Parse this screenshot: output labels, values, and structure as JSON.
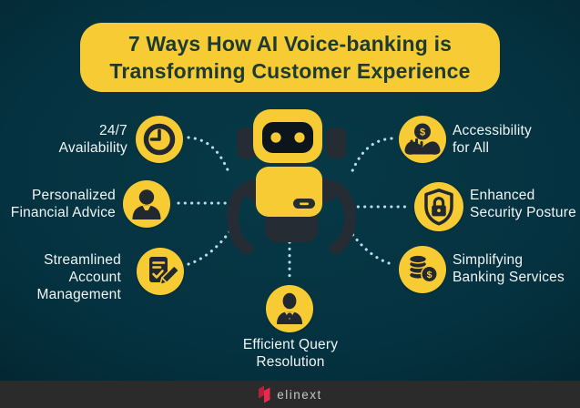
{
  "header": {
    "title_lines": [
      "7 Ways How AI Voice-banking is",
      "Transforming Customer Experience"
    ]
  },
  "items": [
    {
      "icon": "clock-icon",
      "position": "left-top",
      "label": [
        "24/7",
        "Availability"
      ]
    },
    {
      "icon": "advisor-person-icon",
      "position": "left-middle",
      "label": [
        "Personalized",
        "Financial Advice"
      ]
    },
    {
      "icon": "document-pencil-icon",
      "position": "left-bottom",
      "label": [
        "Streamlined",
        "Account",
        "Management"
      ]
    },
    {
      "icon": "hands-coin-icon",
      "position": "right-top",
      "label": [
        "Accessibility",
        "for All"
      ]
    },
    {
      "icon": "shield-lock-icon",
      "position": "right-middle",
      "label": [
        "Enhanced",
        "Security Posture"
      ]
    },
    {
      "icon": "coin-stack-icon",
      "position": "right-bottom",
      "label": [
        "Simplifying",
        "Banking Services"
      ]
    },
    {
      "icon": "support-agent-icon",
      "position": "bottom-center",
      "label": [
        "Efficient Query",
        "Resolution"
      ]
    }
  ],
  "footer": {
    "brand": "elinext"
  },
  "colors": {
    "background": "#053240",
    "accent_yellow": "#f7cb33",
    "icon_dark": "#21282f",
    "title_text": "#1d3a33",
    "label_text": "#f1f5f6",
    "dots": "#b8dde8",
    "footer_bg": "#2b2b2b",
    "logo_red": "#e62b4c"
  }
}
